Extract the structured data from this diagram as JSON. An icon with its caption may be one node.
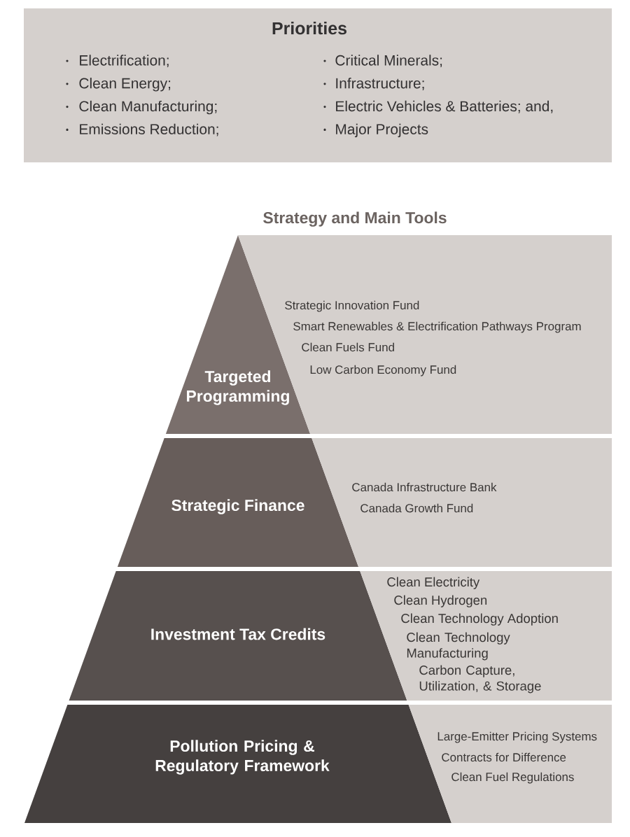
{
  "diagram": {
    "nodes": [
      {
        "text": [
          "Priorities",
          "Electrification;",
          "Clean Energy;",
          "Clean Manufacturing;",
          "Emissions Reduction;",
          "Critical Minerals;",
          "Infrastructure;",
          "Electric Vehicles & Batteries; and,",
          "Major Projects"
        ]
      },
      {
        "text": [
          "Targeted Programming"
        ]
      },
      {
        "text": [
          "Strategic Innovation Fund",
          "Smart Renewables & Electrification Pathways Program",
          "Clean Fuels Fund",
          "Low Carbon Economy Fund"
        ]
      },
      {
        "text": [
          "Strategic Finance"
        ]
      },
      {
        "text": [
          "Canada Infrastructure Bank",
          "Canada Growth Fund"
        ]
      },
      {
        "text": [
          "Investment Tax Credits"
        ]
      },
      {
        "text": [
          "Clean Electricity",
          "Clean Hydrogen",
          "Clean Technology Adoption",
          "Clean Technology Manufacturing",
          "Carbon Capture, Utilization, & Storage"
        ]
      },
      {
        "text": [
          "Pollution Pricing & Regulatory Framework"
        ]
      },
      {
        "text": [
          "Large-Emitter Pricing Systems",
          "Contracts for Difference",
          "Clean Fuel Regulations"
        ]
      }
    ],
    "labels": [
      "Strategy and Main Tools"
    ]
  }
}
